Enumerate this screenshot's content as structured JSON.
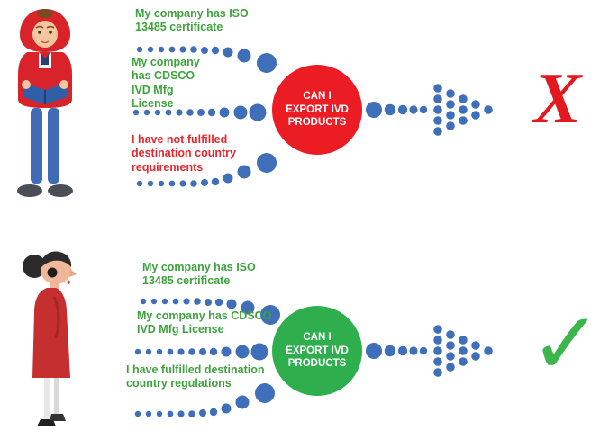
{
  "diagram": {
    "scenario_fail": {
      "conditions": [
        {
          "text": "My company has ISO 13485 certificate",
          "color": "#3da33c"
        },
        {
          "text": "My company has CDSCO IVD Mfg License",
          "color": "#3da33c"
        },
        {
          "text": "I have not fulfilled destination country requirements",
          "color": "#e8262c"
        }
      ],
      "question": "CAN I EXPORT IVD PRODUCTS",
      "circle_color": "#ec1c24",
      "result_symbol": "X",
      "result_color": "#e3191f"
    },
    "scenario_pass": {
      "conditions": [
        {
          "text": "My company has ISO 13485 certificate",
          "color": "#3da33c"
        },
        {
          "text": "My company has CDSCO IVD Mfg License",
          "color": "#3da33c"
        },
        {
          "text": "I have fulfilled destination country regulations",
          "color": "#3da33c"
        }
      ],
      "question": "CAN I EXPORT IVD PRODUCTS",
      "circle_color": "#2fae4e",
      "result_symbol": "✓",
      "result_color": "#3cb54a"
    },
    "connector_dot_color": "#3f6fb8"
  }
}
